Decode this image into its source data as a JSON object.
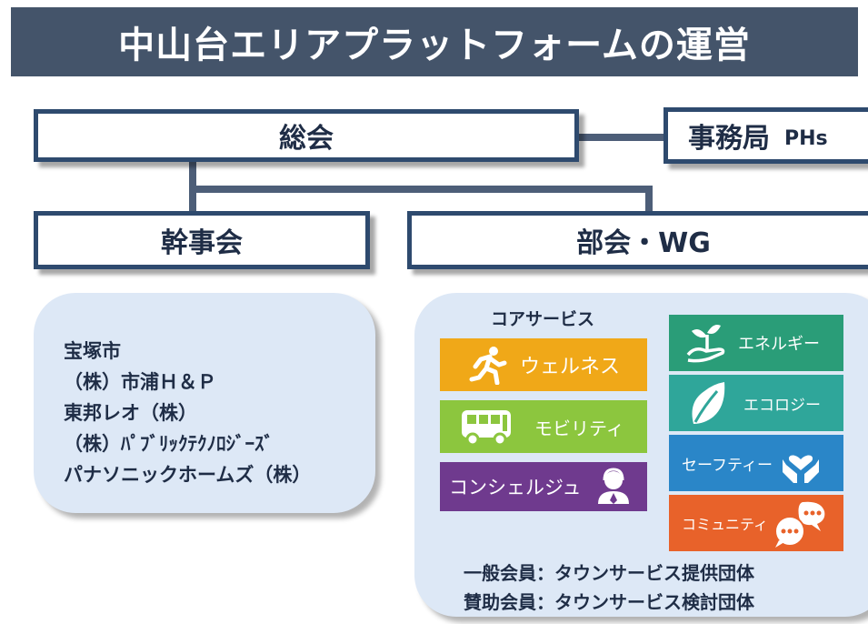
{
  "title": "中山台エリアプラットフォームの運営",
  "boxes": {
    "general_assembly": "総会",
    "secretariat": "事務局",
    "secretariat_tag": "PHs",
    "executive": "幹事会",
    "subcommittee": "部会・WG"
  },
  "executive_members": [
    "宝塚市",
    "（株）市浦Ｈ＆Ｐ",
    "東邦レオ（株）",
    "（株）ﾊﾟﾌﾞﾘｯｸﾃｸﾉﾛｼﾞｰｽﾞ",
    "パナソニックホームズ（株）"
  ],
  "core_services": {
    "heading": "コアサービス",
    "items": [
      {
        "label": "ウェルネス",
        "color": "#f0a818",
        "icon": "running-person-icon"
      },
      {
        "label": "モビリティ",
        "color": "#8cc63e",
        "icon": "bus-icon"
      },
      {
        "label": "コンシェルジュ",
        "color": "#6f3a8e",
        "icon": "concierge-icon"
      }
    ]
  },
  "other_services": [
    {
      "label": "エネルギー",
      "color": "#2a9d78",
      "icon": "sprout-hand-icon"
    },
    {
      "label": "エコロジー",
      "color": "#2fa69a",
      "icon": "leaf-icon"
    },
    {
      "label": "セーフティー",
      "color": "#2a86c8",
      "icon": "heart-hands-icon"
    },
    {
      "label": "コミュニティ",
      "color": "#e8622a",
      "icon": "chat-bubbles-icon"
    }
  ],
  "membership": [
    "一般会員：タウンサービス提供団体",
    "賛助会員：タウンサービス検討団体"
  ]
}
